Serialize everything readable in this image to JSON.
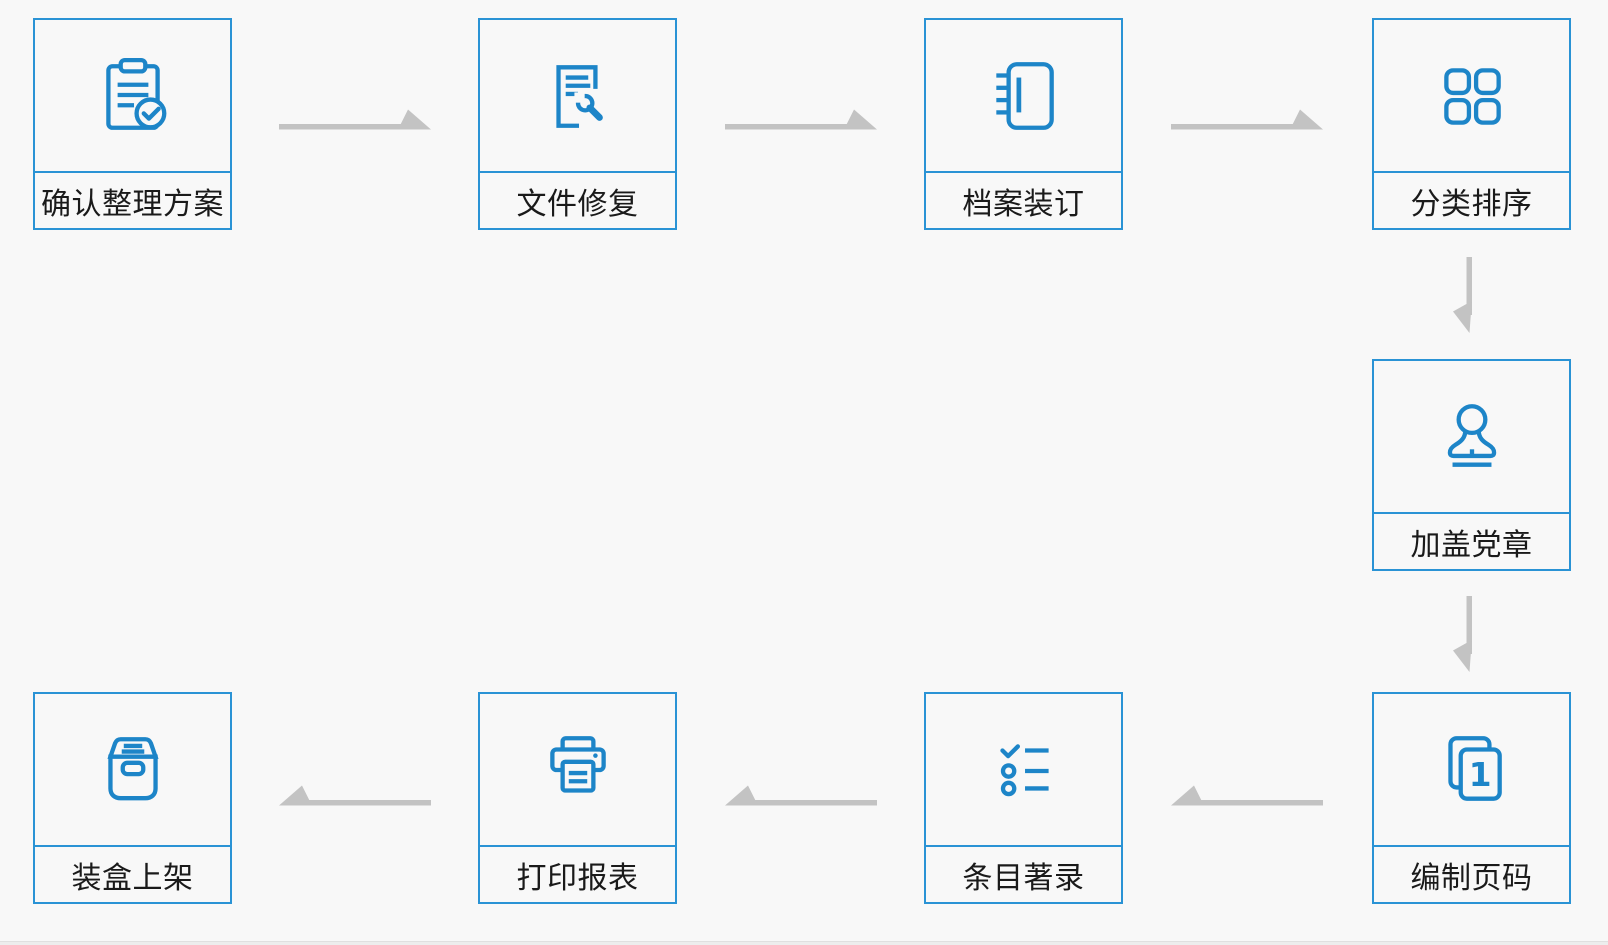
{
  "page": {
    "background_color": "#f8f8f8",
    "box_border_color": "#2a93d5",
    "icon_color": "#1d85c8",
    "arrow_color": "#c3c3c3",
    "label_color": "#1a1a1a"
  },
  "flow": {
    "steps": [
      {
        "id": "confirm-plan",
        "label": "确认整理方案",
        "icon": "clipboard-check-icon"
      },
      {
        "id": "file-repair",
        "label": "文件修复",
        "icon": "document-wrench-icon"
      },
      {
        "id": "archive-binding",
        "label": "档案装订",
        "icon": "notebook-binding-icon"
      },
      {
        "id": "classify-sort",
        "label": "分类排序",
        "icon": "grid-squares-icon"
      },
      {
        "id": "stamp-seal",
        "label": "加盖党章",
        "icon": "stamp-icon"
      },
      {
        "id": "page-numbering",
        "label": "编制页码",
        "icon": "numbered-pages-icon"
      },
      {
        "id": "entry-cataloging",
        "label": "条目著录",
        "icon": "checklist-icon"
      },
      {
        "id": "print-reports",
        "label": "打印报表",
        "icon": "printer-icon"
      },
      {
        "id": "box-shelve",
        "label": "装盒上架",
        "icon": "archive-box-icon"
      }
    ],
    "page_number_glyph": "1"
  }
}
